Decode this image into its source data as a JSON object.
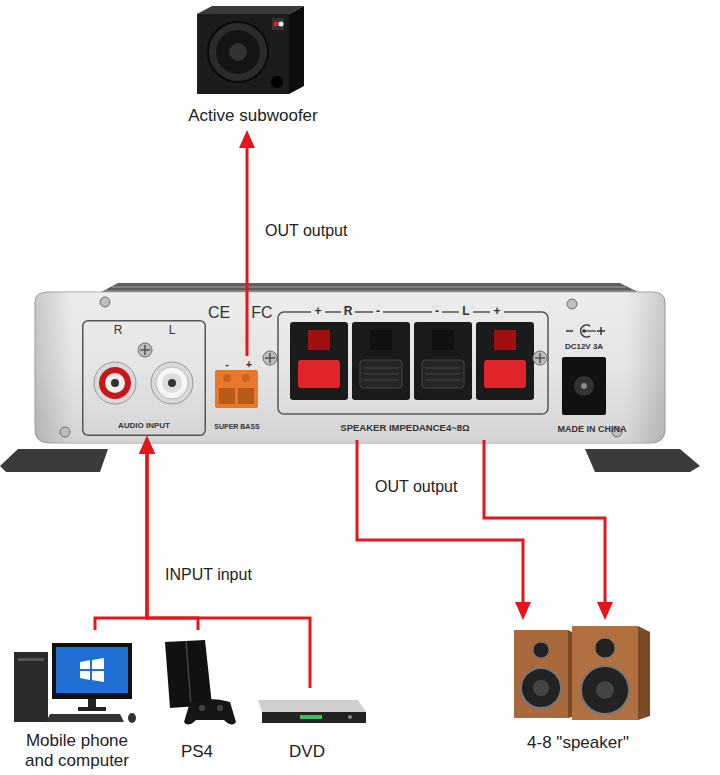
{
  "diagram": {
    "nodes": [
      {
        "text": [
          "Active subwoofer"
        ]
      },
      {
        "text": [
          "CE",
          "FC",
          "MADE IN CHINA",
          "DC12V 3A"
        ]
      },
      {
        "text": [
          "R",
          "L",
          "AUDIO INPUT"
        ],
        "in": 1
      },
      {
        "text": [
          "-",
          "+",
          "SUPER BASS"
        ],
        "in": 1
      },
      {
        "text": [
          "+",
          "R",
          "-",
          "-",
          "L",
          "+",
          "SPEAKER IMPEDANCE4~8Ω"
        ],
        "in": 1
      },
      {
        "text": [
          "Mobile phone and computer"
        ]
      },
      {
        "text": [
          "PS4"
        ]
      },
      {
        "text": [
          "DVD"
        ]
      },
      {
        "text": [
          "4-8 \"speaker\""
        ]
      }
    ],
    "edges": [
      {
        "from": 3,
        "to": 0,
        "arrow": "to",
        "label": "OUT output"
      },
      {
        "from": 5,
        "to": 2,
        "arrow": "to",
        "label": "INPUT input"
      },
      {
        "from": 6,
        "to": 2,
        "arrow": "to"
      },
      {
        "from": 7,
        "to": 2,
        "arrow": "to"
      },
      {
        "from": 4,
        "to": 8,
        "arrow": "to",
        "label": "OUT output"
      },
      {
        "from": 4,
        "to": 8,
        "arrow": "to"
      }
    ]
  }
}
